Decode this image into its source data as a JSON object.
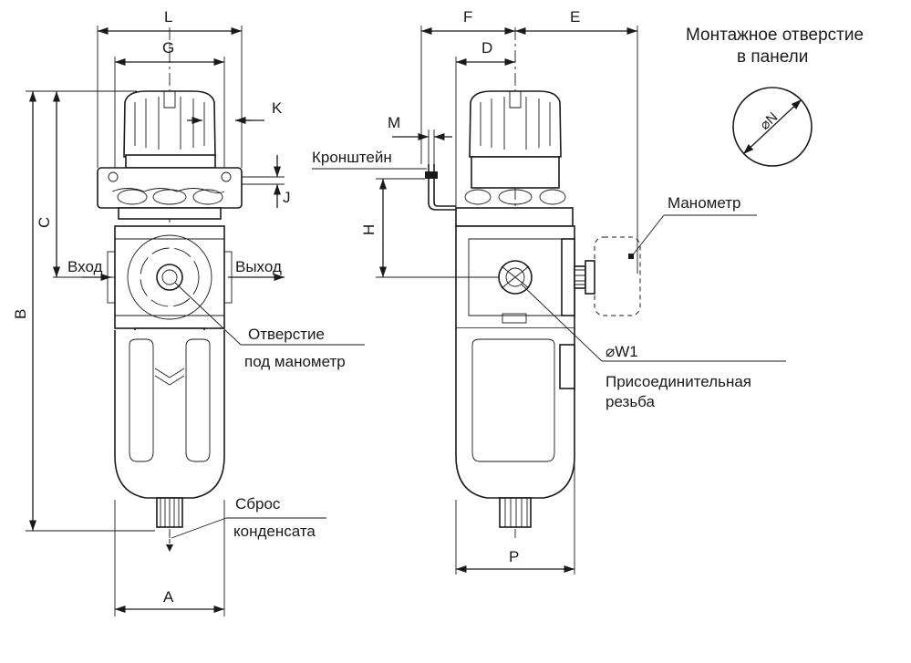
{
  "dimensions": {
    "L": "L",
    "G": "G",
    "K": "K",
    "J": "J",
    "C": "C",
    "B": "B",
    "A": "A",
    "F": "F",
    "E": "E",
    "D": "D",
    "M": "M",
    "H": "H",
    "P": "P",
    "N": "⌀N",
    "W1": "⌀W1"
  },
  "labels": {
    "inlet": "Вход",
    "outlet": "Выход",
    "gauge_port_line1": "Отверстие",
    "gauge_port_line2": "под манометр",
    "drain_line1": "Сброс",
    "drain_line2": "конденсата",
    "bracket": "Кронштейн",
    "gauge": "Манометр",
    "thread_line1": "Присоединительная",
    "thread_line2": "резьба",
    "panel_hole_line1": "Монтажное отверстие",
    "panel_hole_line2": "в панели"
  }
}
